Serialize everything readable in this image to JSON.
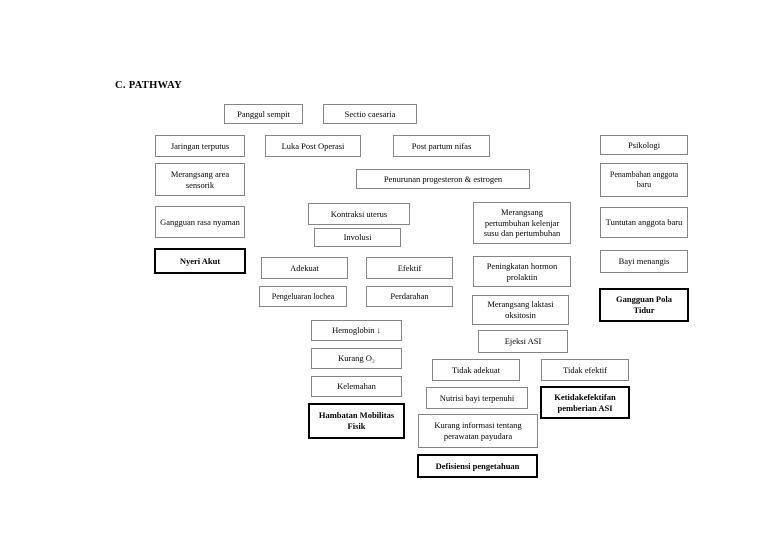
{
  "page": {
    "title": "C. PATHWAY"
  },
  "colors": {
    "background": "#ffffff",
    "box_border": "#858585",
    "bold_box_border": "#000000",
    "text": "#000000"
  },
  "diagram": {
    "type": "pathway-flowchart",
    "nodes": [
      {
        "label": "Panggul sempit",
        "bold": false
      },
      {
        "label": "Sectio caesaria",
        "bold": false
      },
      {
        "label": "Jaringan terputus",
        "bold": false
      },
      {
        "label": "Luka Post Operasi",
        "bold": false
      },
      {
        "label": "Post partum nifas",
        "bold": false
      },
      {
        "label": "Psikologi",
        "bold": false
      },
      {
        "label": "Merangsang area sensorik",
        "bold": false
      },
      {
        "label": "Penurunan progesteron & estrogen",
        "bold": false
      },
      {
        "label": "Penambahan anggota baru",
        "bold": false
      },
      {
        "label": "Gangguan rasa nyaman",
        "bold": false
      },
      {
        "label": "Kontraksi uterus",
        "bold": false
      },
      {
        "label": "Merangsang pertumbuhan kelenjar susu dan pertumbuhan",
        "bold": false
      },
      {
        "label": "Tuntutan anggota baru",
        "bold": false
      },
      {
        "label": "Involusi",
        "bold": false
      },
      {
        "label": "Nyeri Akut",
        "bold": true
      },
      {
        "label": "Adekuat",
        "bold": false
      },
      {
        "label": "Efektif",
        "bold": false
      },
      {
        "label": "Peningkatan hormon prolaktin",
        "bold": false
      },
      {
        "label": "Bayi menangis",
        "bold": false
      },
      {
        "label": "Pengeluaran lochea",
        "bold": false
      },
      {
        "label": "Perdarahan",
        "bold": false
      },
      {
        "label": "Merangsang laktasi oksitosin",
        "bold": false
      },
      {
        "label": "Gangguan Pola Tidur",
        "bold": true
      },
      {
        "label": "Hemoglobin ↓",
        "bold": false
      },
      {
        "label": "Ejeksi ASI",
        "bold": false
      },
      {
        "label": "Kurang O₂",
        "bold": false
      },
      {
        "label": "Tidak adekuat",
        "bold": false
      },
      {
        "label": "Tidak efektif",
        "bold": false
      },
      {
        "label": "Kelemahan",
        "bold": false
      },
      {
        "label": "Nutrisi bayi terpenuhi",
        "bold": false
      },
      {
        "label": "Ketidakefektifan pemberian ASI",
        "bold": true
      },
      {
        "label": "Hambatan Mobilitas Fisik",
        "bold": true
      },
      {
        "label": "Kurang informasi tentang perawatan payudara",
        "bold": false
      },
      {
        "label": "Defisiensi pengetahuan",
        "bold": true
      }
    ]
  }
}
